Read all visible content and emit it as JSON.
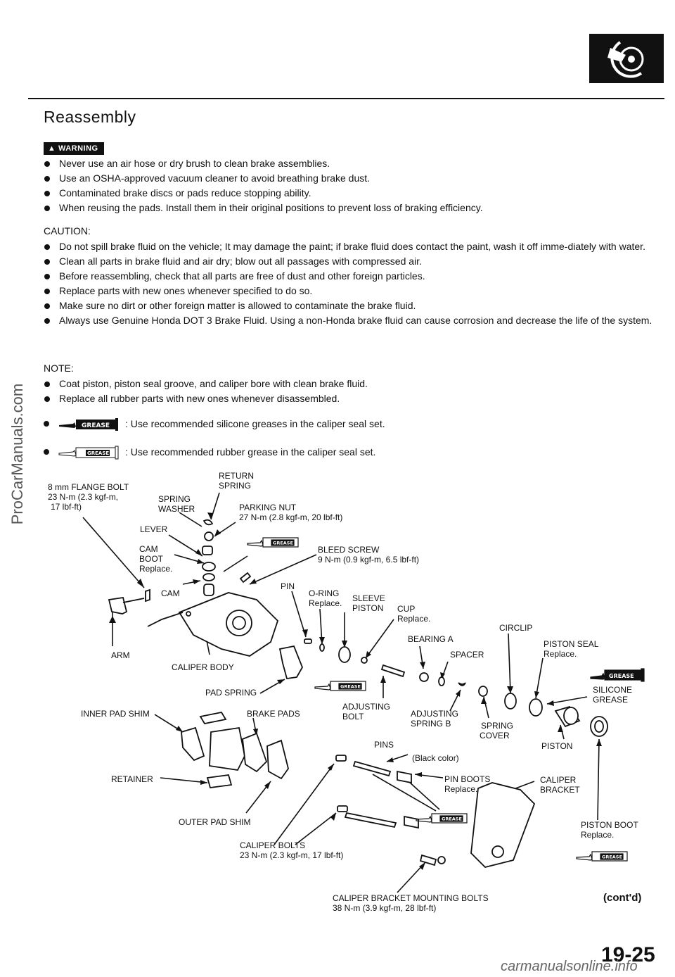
{
  "title": "Reassembly",
  "warning": {
    "badge": "WARNING",
    "items": [
      "Never use an air hose or dry brush to clean brake assemblies.",
      "Use an OSHA-approved vacuum cleaner to avoid breathing brake dust.",
      "Contaminated brake discs or pads reduce stopping ability.",
      "When reusing the pads. Install them in their original positions to prevent loss of braking efficiency."
    ]
  },
  "caution": {
    "heading": "CAUTION:",
    "items": [
      "Do not spill brake fluid on the vehicle; It may damage the paint; if brake fluid does contact the paint, wash it off imme-diately with water.",
      "Clean all parts in brake fluid and air dry; blow out all passages with compressed air.",
      "Before reassembling, check that all parts are free of dust and other foreign particles.",
      "Replace parts with new ones whenever specified to do so.",
      "Make sure no dirt or other foreign matter is allowed to contaminate the brake fluid.",
      "Always use Genuine Honda DOT 3 Brake Fluid. Using a non-Honda brake fluid can cause corrosion and decrease the life of the system."
    ]
  },
  "note": {
    "heading": "NOTE:",
    "items": [
      "Coat piston, piston seal groove, and caliper bore with clean brake fluid.",
      "Replace all rubber parts with new ones whenever disassembled."
    ],
    "grease_silicone": ": Use recommended silicone greases in the caliper seal set.",
    "grease_rubber": ": Use recommended rubber grease in the caliper seal set.",
    "grease_word": "GREASE"
  },
  "labels": {
    "flange_bolt": [
      "8 mm FLANGE BOLT",
      "23 N-m (2.3 kgf-m,",
      "17 lbf-ft)"
    ],
    "return_spring": [
      "RETURN",
      "SPRING"
    ],
    "spring_washer": [
      "SPRING",
      "WASHER"
    ],
    "parking_nut": [
      "PARKING NUT",
      "27 N-m (2.8 kgf-m, 20 lbf-ft)"
    ],
    "lever": "LEVER",
    "cam_boot": [
      "CAM",
      "BOOT",
      "Replace."
    ],
    "bleed_screw": [
      "BLEED SCREW",
      "9 N-m (0.9 kgf-m, 6.5 lbf-ft)"
    ],
    "cam": "CAM",
    "pin": "PIN",
    "o_ring": [
      "O-RING",
      "Replace."
    ],
    "sleeve_piston": [
      "SLEEVE",
      "PISTON"
    ],
    "cup": [
      "CUP",
      "Replace."
    ],
    "circlip": "CIRCLIP",
    "bearing_a": "BEARING A",
    "spacer": "SPACER",
    "piston_seal": [
      "PISTON SEAL",
      "Replace."
    ],
    "arm": "ARM",
    "caliper_body": "CALIPER BODY",
    "silicone_grease": [
      "SILICONE",
      "GREASE"
    ],
    "pad_spring": "PAD SPRING",
    "inner_pad_shim": "INNER PAD SHIM",
    "brake_pads": "BRAKE PADS",
    "adjusting_bolt": [
      "ADJUSTING",
      "BOLT"
    ],
    "adjusting_spring_b": [
      "ADJUSTING",
      "SPRING B"
    ],
    "spring_cover": [
      "SPRING",
      "COVER"
    ],
    "pins": "PINS",
    "piston": "PISTON",
    "black_color": "(Black color)",
    "retainer": "RETAINER",
    "pin_boots": [
      "PIN BOOTS",
      "Replace."
    ],
    "caliper_bracket": [
      "CALIPER",
      "BRACKET"
    ],
    "outer_pad_shim": "OUTER PAD SHIM",
    "piston_boot": [
      "PISTON BOOT",
      "Replace."
    ],
    "caliper_bolts": [
      "CALIPER BOLTS",
      "23 N-m (2.3 kgf-m, 17 lbf-ft)"
    ],
    "bracket_bolts": [
      "CALIPER BRACKET MOUNTING BOLTS",
      "38 N-m (3.9 kgf-m, 28 lbf-ft)"
    ]
  },
  "contd": "(cont'd)",
  "page_number": "19-25",
  "watermark_left": "ProCarManuals.com",
  "watermark_bottom": "carmanualsonline.info"
}
